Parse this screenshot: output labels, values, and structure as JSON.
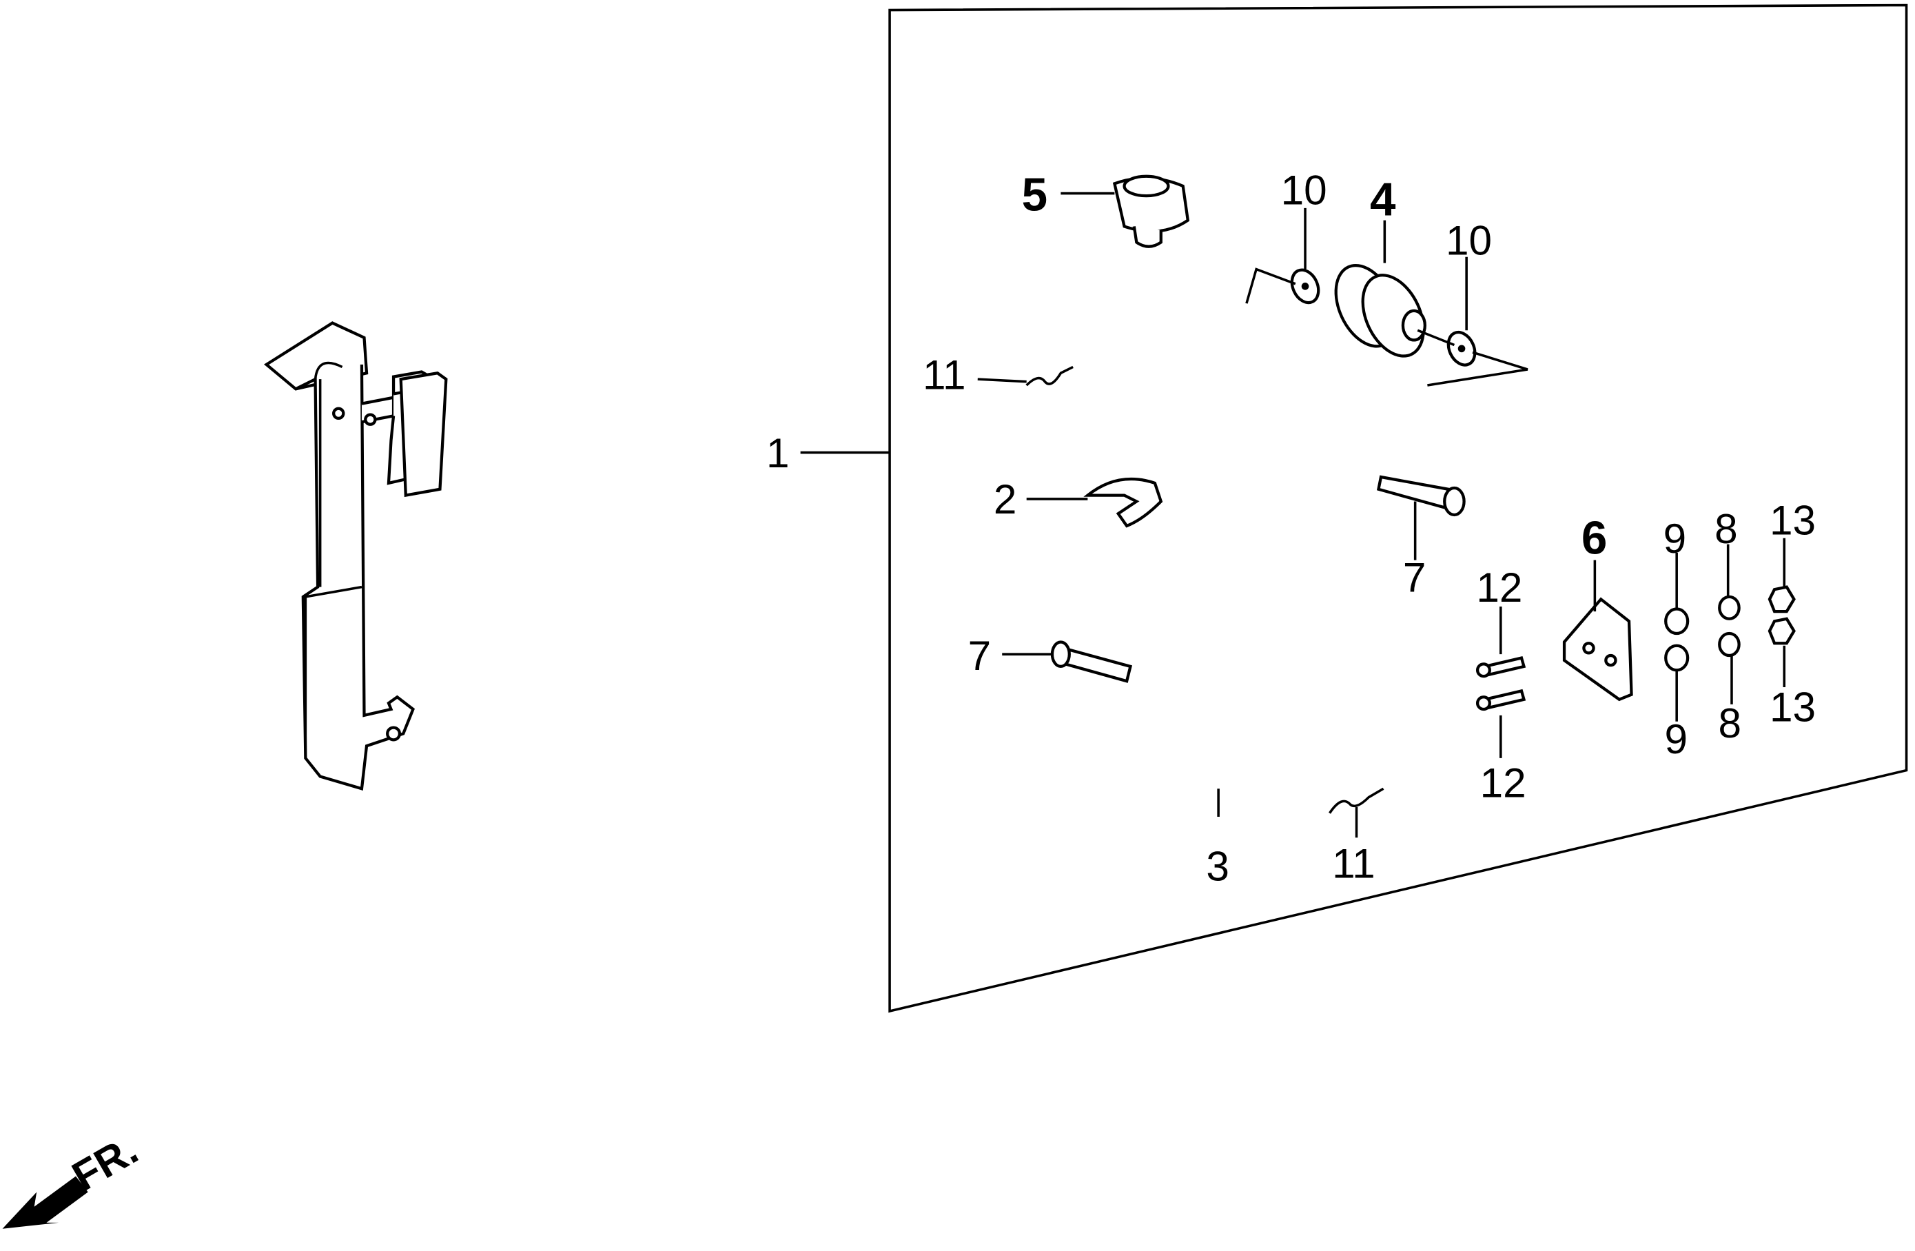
{
  "diagram": {
    "labels": {
      "l1": "1",
      "l2": "2",
      "l3": "3",
      "l4": "4",
      "l5": "5",
      "l6": "6",
      "l7a": "7",
      "l7b": "7",
      "l8a": "8",
      "l8b": "8",
      "l9a": "9",
      "l9b": "9",
      "l10a": "10",
      "l10b": "10",
      "l11a": "11",
      "l11b": "11",
      "l12a": "12",
      "l12b": "12",
      "l13a": "13",
      "l13b": "13"
    },
    "direction_marker": "FR."
  }
}
